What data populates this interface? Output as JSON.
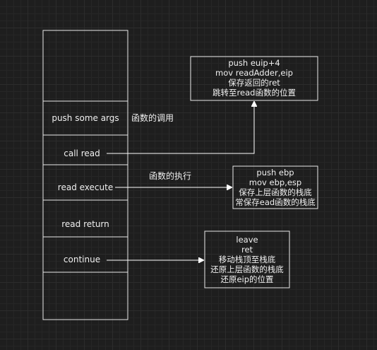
{
  "stack_cells": [
    {
      "label": ""
    },
    {
      "label": "push some args"
    },
    {
      "label": "call read"
    },
    {
      "label": "read execute"
    },
    {
      "label": "read return"
    },
    {
      "label": "continue"
    },
    {
      "label": ""
    }
  ],
  "annotations": {
    "function_call": "函数的调用",
    "function_execute": "函数的执行"
  },
  "notes": {
    "call_note": [
      "push euip+4",
      "mov readAdder,eip",
      "保存返回的ret",
      "跳转至read函数的位置"
    ],
    "execute_note": [
      "push ebp",
      "mov ebp,esp",
      "保存上层函数的栈底",
      "常保存ead函数的栈底"
    ],
    "return_note": [
      "leave",
      "ret",
      "移动栈顶至栈底",
      "还原上层函数的栈底",
      "还原eip的位置"
    ]
  },
  "colors": {
    "background": "#1e1e1e",
    "line": "#ffffff",
    "text": "#f0f0f0"
  }
}
